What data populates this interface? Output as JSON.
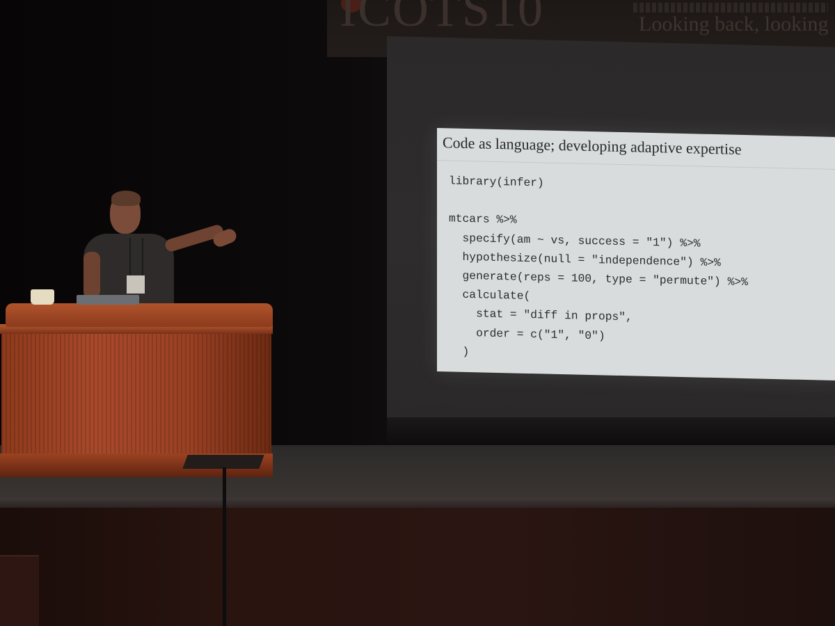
{
  "banner": {
    "text": "Looking back, looking"
  },
  "slide": {
    "title": "Code as language; developing adaptive expertise",
    "code_lines": [
      "library(infer)",
      "",
      "mtcars %>%",
      "  specify(am ~ vs, success = \"1\") %>%",
      "  hypothesize(null = \"independence\") %>%",
      "  generate(reps = 100, type = \"permute\") %>%",
      "  calculate(",
      "    stat = \"diff in props\",",
      "    order = c(\"1\", \"0\")",
      "  )"
    ]
  },
  "colors": {
    "slide_background": "#d9dcdc",
    "podium_wood": "#a8492a",
    "backdrop": "#0a0706"
  }
}
